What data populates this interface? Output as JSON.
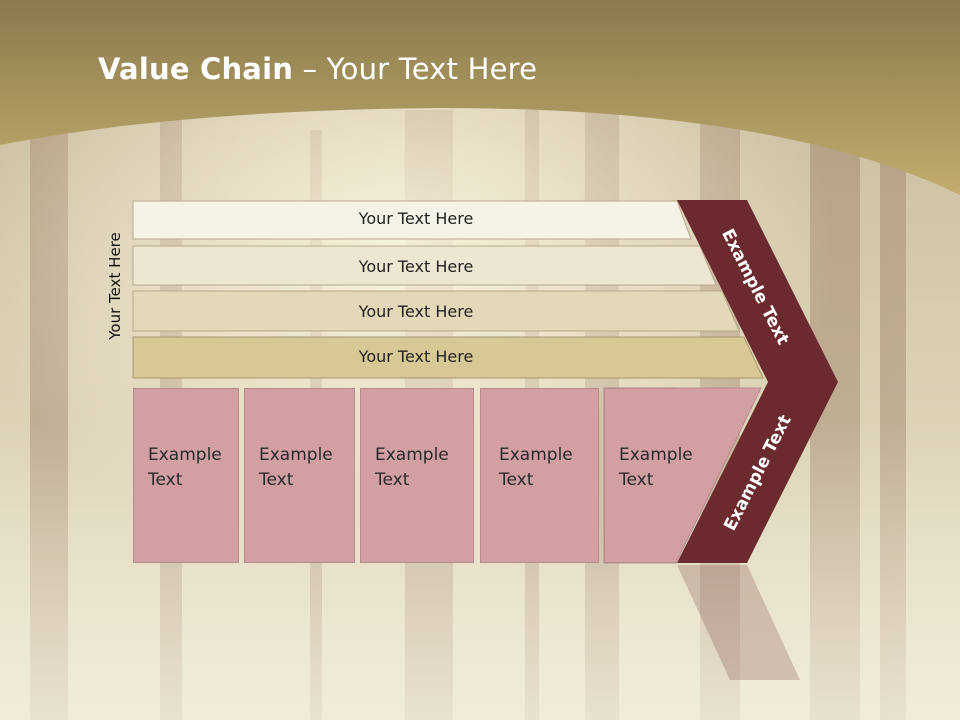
{
  "slide": {
    "title_bold": "Value Chain",
    "title_rest": " – Your Text Here",
    "side_label": "Your Text Here"
  },
  "bars": [
    {
      "label": "Your Text Here"
    },
    {
      "label": "Your Text Here"
    },
    {
      "label": "Your Text Here"
    },
    {
      "label": "Your Text Here"
    }
  ],
  "boxes": [
    {
      "line1": "Example",
      "line2": "Text"
    },
    {
      "line1": "Example",
      "line2": "Text"
    },
    {
      "line1": "Example",
      "line2": "Text"
    },
    {
      "line1": "Example",
      "line2": "Text"
    },
    {
      "line1": "Example",
      "line2": "Text"
    }
  ],
  "chevron": {
    "upper_label": "Example Text",
    "lower_label": "Example Text"
  },
  "colors": {
    "header_gold": "#a89456",
    "chevron_maroon": "#6b2b2e",
    "box_rose": "#d29fa2",
    "bar_1": "#f5f2e7",
    "bar_2": "#ede6d2",
    "bar_3": "#e3d8b8",
    "bar_4": "#d8c896"
  }
}
